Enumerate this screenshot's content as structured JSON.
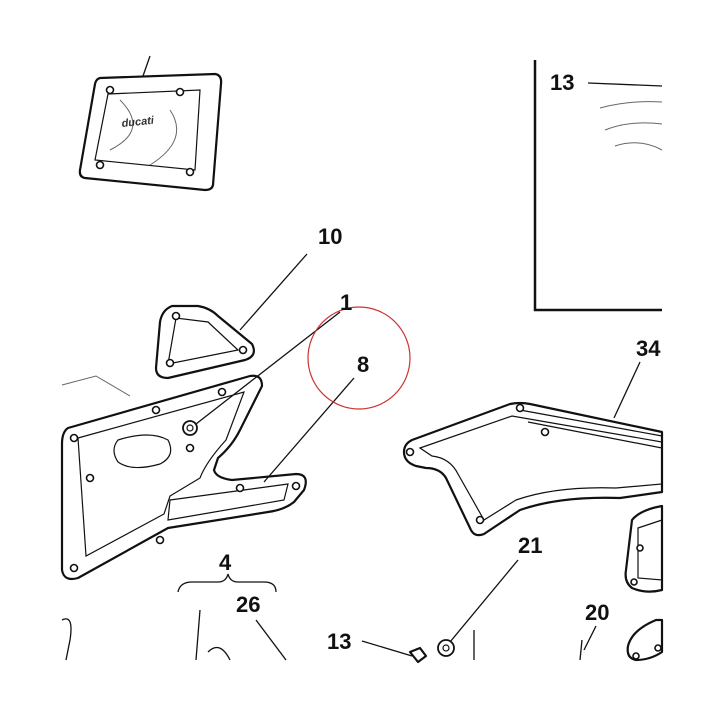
{
  "diagram": {
    "labels": {
      "l13_top": "13",
      "l10": "10",
      "l1": "1",
      "l8": "8",
      "l34": "34",
      "l4": "4",
      "l26": "26",
      "l21": "21",
      "l13_bottom": "13",
      "l20": "20"
    },
    "logo_text": "ducati",
    "colors": {
      "line": "#111111",
      "highlight_circle": "#cc3333",
      "background": "#ffffff"
    }
  }
}
